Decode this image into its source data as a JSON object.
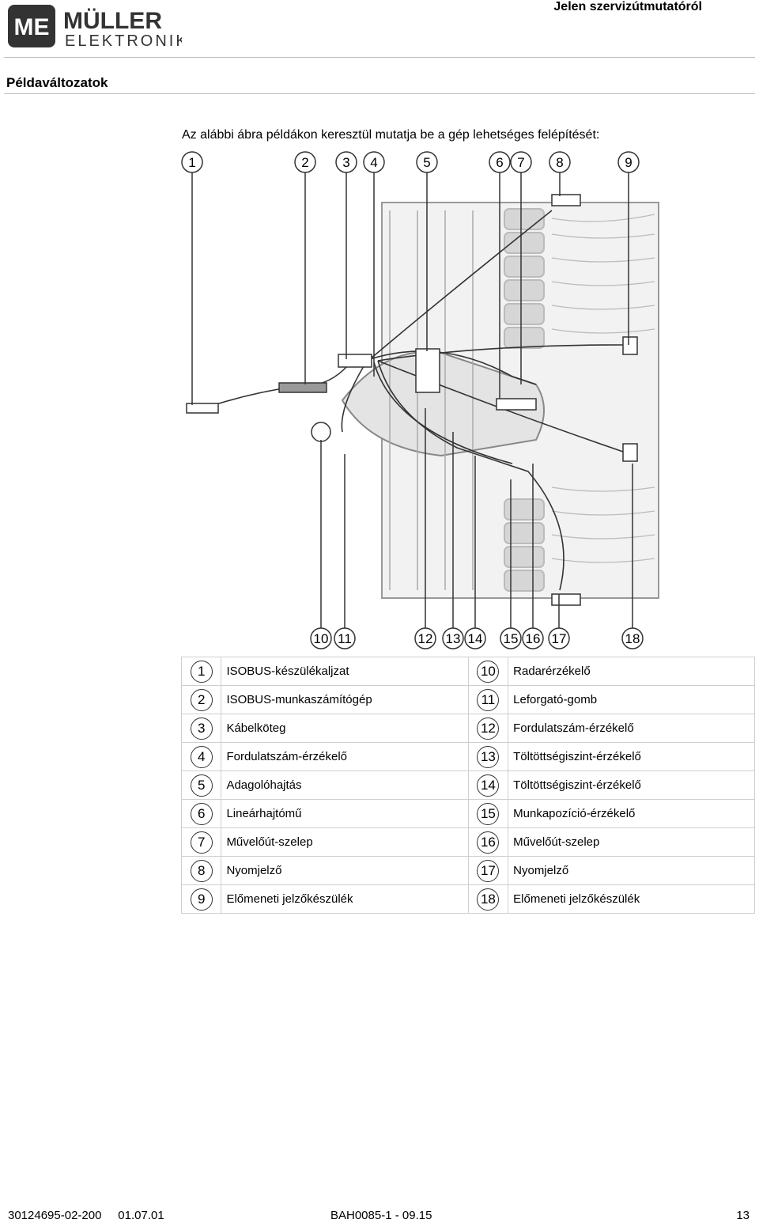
{
  "header": {
    "logo_text_top": "MÜLLER",
    "logo_text_bottom": "ELEKTRONIK",
    "logo_mark": "ME",
    "title": "Jelen szervizútmutatóról"
  },
  "section_title": "Példaváltozatok",
  "intro": "Az alábbi ábra példákon keresztül mutatja be a gép lehetséges felépítését:",
  "figure": {
    "callouts_top": [
      "1",
      "2",
      "3",
      "4",
      "5",
      "6",
      "7",
      "8",
      "9"
    ],
    "callouts_bottom": [
      "10",
      "11",
      "12",
      "13",
      "14",
      "15",
      "16",
      "17",
      "18"
    ]
  },
  "legend": [
    {
      "left_num": "1",
      "left_label": "ISOBUS-készülékaljzat",
      "right_num": "10",
      "right_label": "Radarérzékelő"
    },
    {
      "left_num": "2",
      "left_label": "ISOBUS-munkaszámítógép",
      "right_num": "11",
      "right_label": "Leforgató-gomb"
    },
    {
      "left_num": "3",
      "left_label": "Kábelköteg",
      "right_num": "12",
      "right_label": "Fordulatszám-érzékelő"
    },
    {
      "left_num": "4",
      "left_label": "Fordulatszám-érzékelő",
      "right_num": "13",
      "right_label": "Töltöttségiszint-érzékelő"
    },
    {
      "left_num": "5",
      "left_label": "Adagolóhajtás",
      "right_num": "14",
      "right_label": "Töltöttségiszint-érzékelő"
    },
    {
      "left_num": "6",
      "left_label": "Lineárhajtómű",
      "right_num": "15",
      "right_label": "Munkapozíció-érzékelő"
    },
    {
      "left_num": "7",
      "left_label": "Művelőút-szelep",
      "right_num": "16",
      "right_label": "Művelőút-szelep"
    },
    {
      "left_num": "8",
      "left_label": "Nyomjelző",
      "right_num": "17",
      "right_label": "Nyomjelző"
    },
    {
      "left_num": "9",
      "left_label": "Előmeneti jelzőkészülék",
      "right_num": "18",
      "right_label": "Előmeneti jelzőkészülék"
    }
  ],
  "footer": {
    "doc_number": "30124695-02-200",
    "date": "01.07.01",
    "ref": "BAH0085-1 - 09.15",
    "page": "13"
  }
}
